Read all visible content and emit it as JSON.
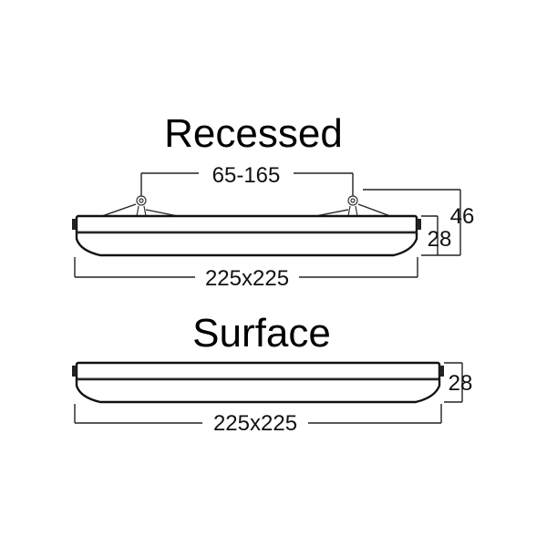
{
  "recessed": {
    "title": "Recessed",
    "cutout_dim": "65-165",
    "total_height_dim": "46",
    "body_height_dim": "28",
    "width_dim": "225x225"
  },
  "surface": {
    "title": "Surface",
    "height_dim": "28",
    "width_dim": "225x225"
  }
}
